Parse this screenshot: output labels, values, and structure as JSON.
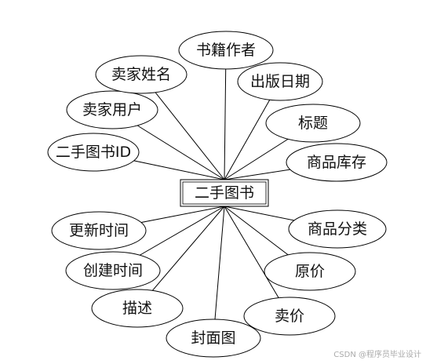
{
  "entity": {
    "label": "二手图书"
  },
  "attributes": [
    {
      "id": "id",
      "label": "二手图书ID"
    },
    {
      "id": "seller-user",
      "label": "卖家用户"
    },
    {
      "id": "seller-name",
      "label": "卖家姓名"
    },
    {
      "id": "author",
      "label": "书籍作者"
    },
    {
      "id": "publish-date",
      "label": "出版日期"
    },
    {
      "id": "title",
      "label": "标题"
    },
    {
      "id": "stock",
      "label": "商品库存"
    },
    {
      "id": "category",
      "label": "商品分类"
    },
    {
      "id": "original-price",
      "label": "原价"
    },
    {
      "id": "sale-price",
      "label": "卖价"
    },
    {
      "id": "cover-image",
      "label": "封面图"
    },
    {
      "id": "description",
      "label": "描述"
    },
    {
      "id": "create-time",
      "label": "创建时间"
    },
    {
      "id": "update-time",
      "label": "更新时间"
    }
  ],
  "watermark": "CSDN @程序员毕业设计"
}
